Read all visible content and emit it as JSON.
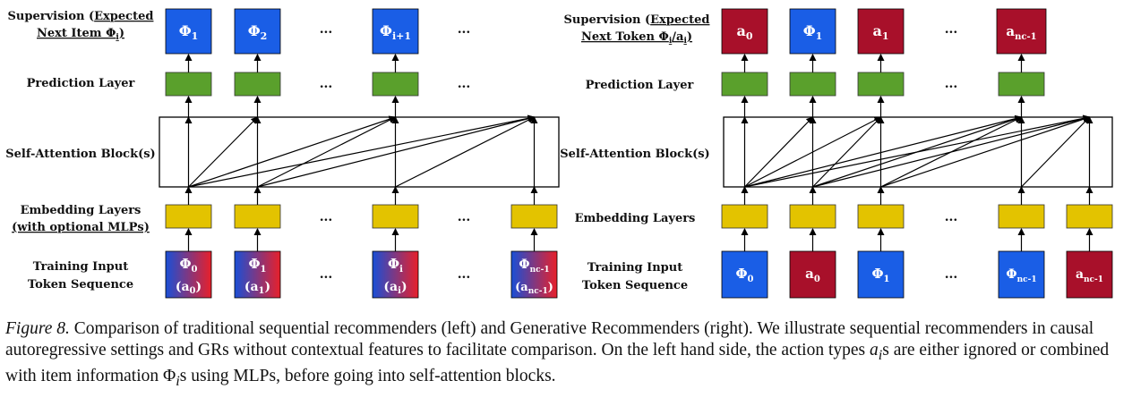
{
  "left": {
    "labels": {
      "supervision_prefix": "Supervision (",
      "supervision_underlined_1": "Expected",
      "supervision_line2": "Next Item Φ",
      "supervision_line2_sub": "i",
      "supervision_close": ")",
      "prediction": "Prediction Layer",
      "attention": "Self-Attention Block(s)",
      "embedding_line1": "Embedding Layers",
      "embedding_line2": "(with optional MLPs)",
      "input_line1": "Training Input",
      "input_line2": "Token Sequence"
    },
    "outputs": [
      {
        "base": "Φ",
        "sub": "1"
      },
      {
        "base": "Φ",
        "sub": "2"
      },
      {
        "base": "Φ",
        "sub": "i+1"
      }
    ],
    "inputs": [
      {
        "base": "Φ",
        "sub": "0",
        "act": "(a",
        "act_sub": "0",
        "act_close": ")"
      },
      {
        "base": "Φ",
        "sub": "1",
        "act": "(a",
        "act_sub": "1",
        "act_close": ")"
      },
      {
        "base": "Φ",
        "sub": "i",
        "act": "(a",
        "act_sub": "i",
        "act_close": ")"
      },
      {
        "base": "Φ",
        "sub": "nc-1",
        "act": "(a",
        "act_sub": "nc-1",
        "act_close": ")"
      }
    ],
    "ellipsis": "..."
  },
  "right": {
    "labels": {
      "supervision_prefix": "Supervision (",
      "supervision_underlined_1": "Expected",
      "supervision_line2": "Next Token Φ",
      "supervision_line2_sub": "i",
      "supervision_line2_mid": "/a",
      "supervision_line2_sub2": "i",
      "supervision_close": ")",
      "prediction": "Prediction Layer",
      "attention": "Self-Attention Block(s)",
      "embedding": "Embedding Layers",
      "input_line1": "Training Input",
      "input_line2": "Token Sequence"
    },
    "outputs": [
      {
        "base": "a",
        "sub": "0",
        "kind": "action"
      },
      {
        "base": "Φ",
        "sub": "1",
        "kind": "item"
      },
      {
        "base": "a",
        "sub": "1",
        "kind": "action"
      },
      {
        "base": "a",
        "sub": "nc-1",
        "kind": "action"
      }
    ],
    "inputs": [
      {
        "base": "Φ",
        "sub": "0",
        "kind": "item"
      },
      {
        "base": "a",
        "sub": "0",
        "kind": "action"
      },
      {
        "base": "Φ",
        "sub": "1",
        "kind": "item"
      },
      {
        "base": "Φ",
        "sub": "nc-1",
        "kind": "item"
      },
      {
        "base": "a",
        "sub": "nc-1",
        "kind": "action"
      }
    ],
    "ellipsis": "..."
  },
  "colors": {
    "item_blue": "#1a5ee6",
    "action_red": "#a8102a",
    "prediction_green": "#5aa02c",
    "embedding_yellow": "#e3c300",
    "gradient_red": "#e8202a"
  },
  "caption": {
    "figure": "Figure 8.",
    "text": "Comparison of traditional sequential recommenders (left) and Generative Recommenders (right). We illustrate sequential recommenders in causal autoregressive settings and GRs without contextual features to facilitate comparison. On the left hand side, the action types ",
    "math1": "a",
    "math1_sub": "i",
    "text2": "s are either ignored or combined with item information ",
    "math2": "Φ",
    "math2_sub": "i",
    "text3": "s using MLPs, before going into self-attention blocks."
  }
}
